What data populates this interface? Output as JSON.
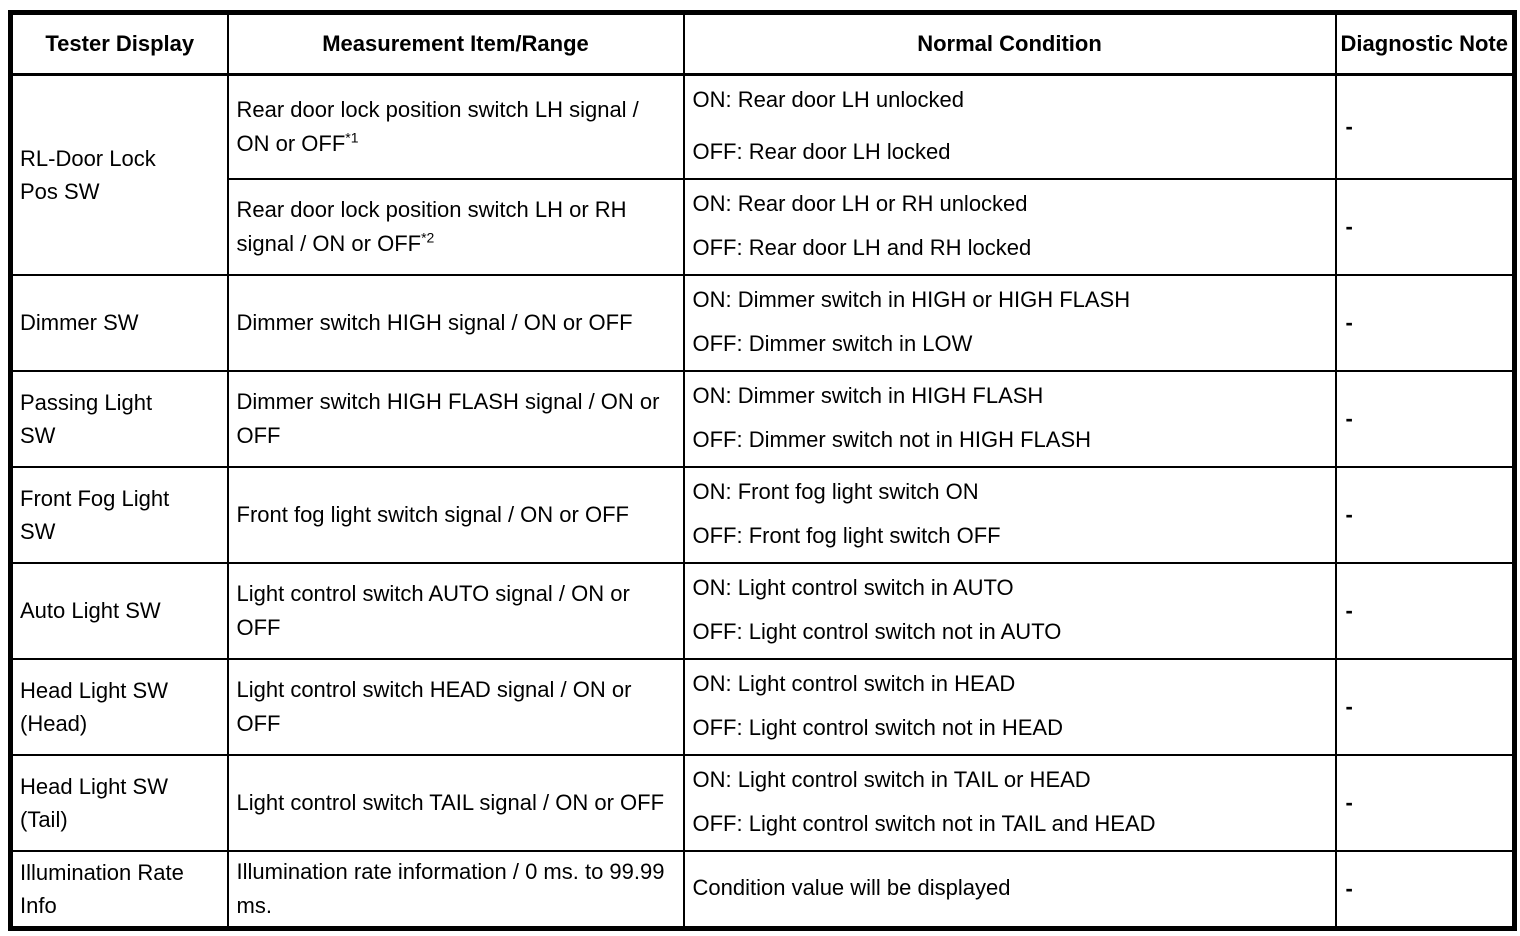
{
  "table": {
    "columns": [
      {
        "label": "Tester Display"
      },
      {
        "label": "Measurement Item/Range"
      },
      {
        "label": "Normal Condition"
      },
      {
        "label": "Diagnostic Note"
      }
    ],
    "rows": [
      {
        "display": "RL-Door Lock Pos SW",
        "item": "Rear door lock position switch LH signal / ON or OFF",
        "item_sup": "*1",
        "cond_on": "ON: Rear door LH unlocked",
        "cond_off": "OFF: Rear door LH locked",
        "note": "-"
      },
      {
        "item": "Rear door lock position switch LH or RH signal / ON or OFF",
        "item_sup": "*2",
        "cond_on": "ON: Rear door LH or RH unlocked",
        "cond_off": "OFF: Rear door LH and RH locked",
        "note": "-"
      },
      {
        "display": "Dimmer SW",
        "item": "Dimmer switch HIGH signal / ON or OFF",
        "cond_on": "ON: Dimmer switch in HIGH or HIGH FLASH",
        "cond_off": "OFF: Dimmer switch in LOW",
        "note": "-"
      },
      {
        "display": "Passing Light SW",
        "item": "Dimmer switch HIGH FLASH signal / ON or OFF",
        "cond_on": "ON: Dimmer switch in HIGH FLASH",
        "cond_off": "OFF: Dimmer switch not in HIGH FLASH",
        "note": "-"
      },
      {
        "display": "Front Fog Light SW",
        "item": "Front fog light switch signal / ON or OFF",
        "cond_on": "ON: Front fog light switch ON",
        "cond_off": "OFF: Front fog light switch OFF",
        "note": "-"
      },
      {
        "display": "Auto Light SW",
        "item": "Light control switch AUTO signal / ON or OFF",
        "cond_on": "ON: Light control switch in AUTO",
        "cond_off": "OFF: Light control switch not in AUTO",
        "note": "-"
      },
      {
        "display": "Head Light SW (Head)",
        "item": "Light control switch HEAD signal / ON or OFF",
        "cond_on": "ON: Light control switch in HEAD",
        "cond_off": "OFF: Light control switch not in HEAD",
        "note": "-"
      },
      {
        "display": "Head Light SW (Tail)",
        "item": "Light control switch TAIL signal / ON or OFF",
        "cond_on": "ON: Light control switch in TAIL or HEAD",
        "cond_off": "OFF: Light control switch not in TAIL and HEAD",
        "note": "-"
      },
      {
        "display": "Illumination Rate Info",
        "item": "Illumination rate information / 0 ms. to 99.99 ms.",
        "cond_single": "Condition value will be displayed",
        "note": "-"
      }
    ]
  }
}
